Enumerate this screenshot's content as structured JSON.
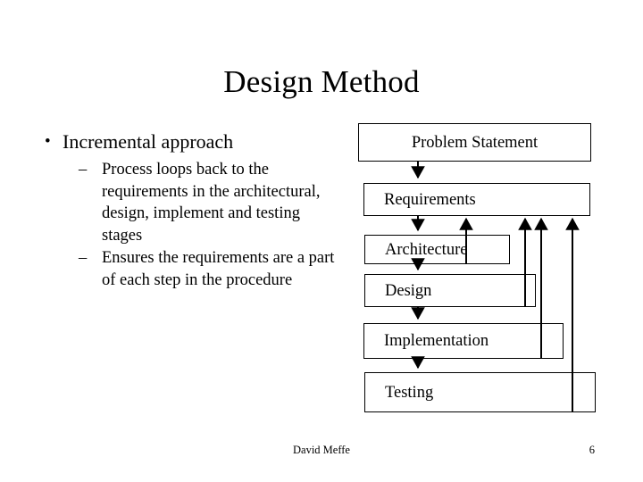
{
  "slide": {
    "title": "Design Method",
    "page_number": "6",
    "author": "David Meffe",
    "background_color": "#ffffff",
    "text_color": "#000000"
  },
  "content": {
    "bullets": [
      {
        "level": 1,
        "marker": "•",
        "text": "Incremental approach"
      },
      {
        "level": 2,
        "marker": "–",
        "text": "Process loops back to the requirements in the architectural, design, implement and testing stages"
      },
      {
        "level": 2,
        "marker": "–",
        "text": "Ensures the requirements are a part of each step in the procedure"
      }
    ]
  },
  "diagram": {
    "type": "flow",
    "stroke_color": "#000000",
    "fill_color": "#ffffff",
    "boxes": [
      {
        "id": "problem-statement",
        "label": "Problem Statement",
        "align": "center"
      },
      {
        "id": "requirements",
        "label": "Requirements",
        "align": "left"
      },
      {
        "id": "architecture",
        "label": "Architecture",
        "align": "left"
      },
      {
        "id": "design",
        "label": "Design",
        "align": "left"
      },
      {
        "id": "implementation",
        "label": "Implementation",
        "align": "left"
      },
      {
        "id": "testing",
        "label": "Testing",
        "align": "left"
      }
    ],
    "flow_arrows": [
      {
        "from": "problem-statement",
        "to": "requirements",
        "direction": "down"
      },
      {
        "from": "requirements",
        "to": "architecture",
        "direction": "down"
      },
      {
        "from": "architecture",
        "to": "design",
        "direction": "down"
      },
      {
        "from": "design",
        "to": "implementation",
        "direction": "down"
      },
      {
        "from": "implementation",
        "to": "testing",
        "direction": "down"
      }
    ],
    "feedback_arrows": [
      {
        "from": "architecture",
        "to": "requirements",
        "direction": "up"
      },
      {
        "from": "design",
        "to": "requirements",
        "direction": "up"
      },
      {
        "from": "implementation",
        "to": "requirements",
        "direction": "up"
      },
      {
        "from": "testing",
        "to": "requirements",
        "direction": "up"
      }
    ]
  }
}
